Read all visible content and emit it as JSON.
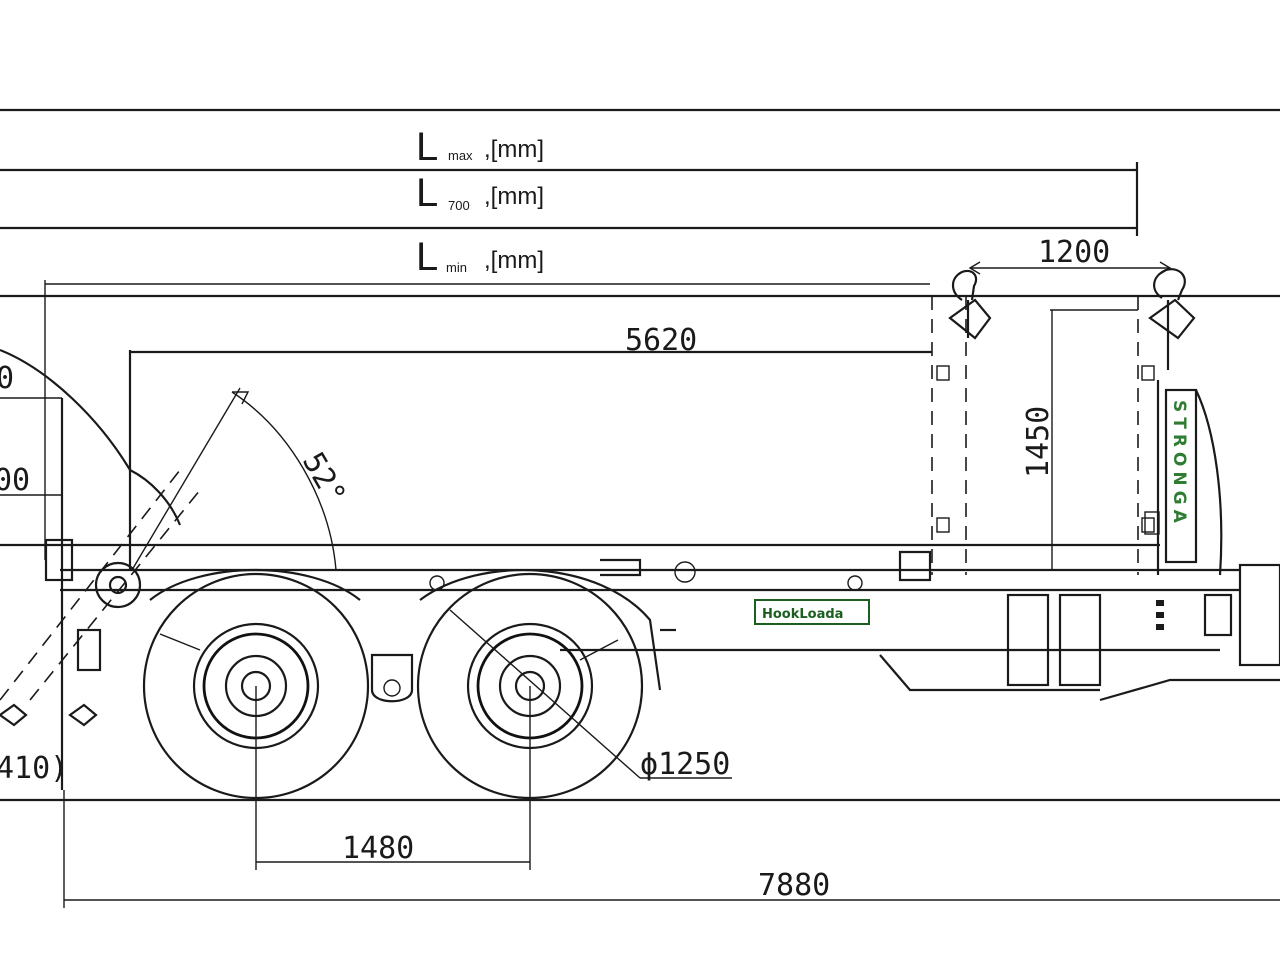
{
  "labels": {
    "l_symbol": "L",
    "l_max_sub": "max",
    "l_700_sub": "700",
    "l_min_sub": "min",
    "unit": ",[mm]"
  },
  "dimensions": {
    "hook_offset": "1200",
    "body_length": "5620",
    "body_height": "1450",
    "tip_angle": "52°",
    "axle_spacing": "1480",
    "wheel_diameter": "ϕ1250",
    "overall_length": "7880",
    "left_partial_top": "0",
    "left_partial_mid": "00",
    "left_partial_bottom": "410)"
  },
  "branding": {
    "manufacturer": "STRONGA",
    "model": "HookLoada"
  },
  "colors": {
    "line": "#1a1a1a",
    "brand_green": "#2e7d32",
    "badge_green": "#1b5e20"
  }
}
